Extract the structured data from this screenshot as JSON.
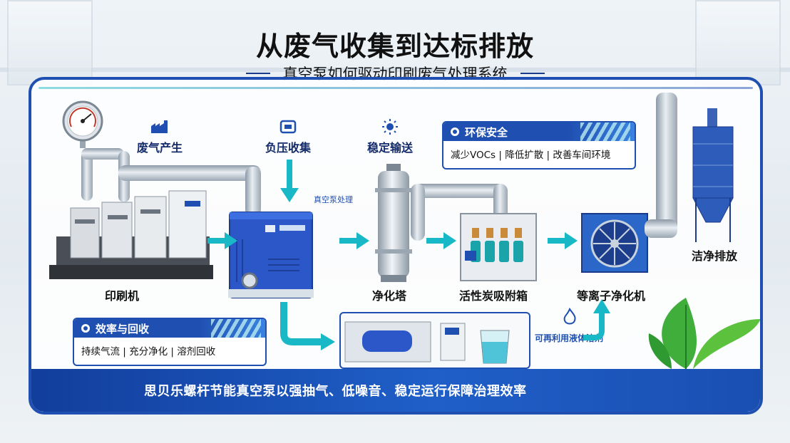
{
  "header": {
    "title": "从废气收集到达标排放",
    "subtitle": "真空泵如何驱动印刷废气处理系统"
  },
  "steps": {
    "waste_gas": "废气产生",
    "negative_pressure": "负压收集",
    "stable_transport": "稳定输送"
  },
  "equipment": {
    "printing_press": "印刷机",
    "purification_tower": "净化塔",
    "activated_carbon": "活性炭吸附箱",
    "plasma_purifier": "等离子净化机",
    "clean_discharge": "洁净排放",
    "pump_side_label": "真空泵处理",
    "recyclable_solvent": "可再利用液体溶剂"
  },
  "info_boxes": {
    "eco": {
      "title": "环保安全",
      "body": "减少VOCs | 降低扩散 | 改善车间环境"
    },
    "efficiency": {
      "title": "效率与回收",
      "body": "持续气流 | 充分净化 | 溶剂回收"
    }
  },
  "footer": {
    "text": "思贝乐螺杆节能真空泵以强抽气、低噪音、稳定运行保障治理效率"
  },
  "colors": {
    "primary_blue": "#1f4fb0",
    "accent_teal": "#19b8c6",
    "leaf_green": "#3fae3a"
  }
}
